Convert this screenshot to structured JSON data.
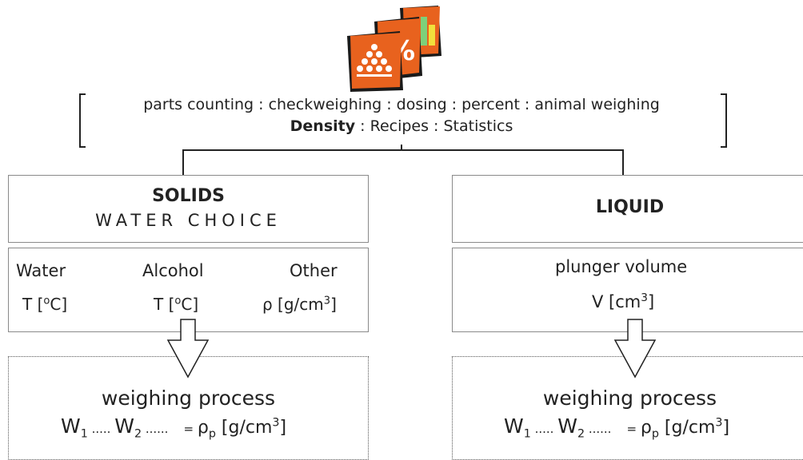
{
  "modes_line1": "parts counting : checkweighing : dosing : percent : animal weighing",
  "modes_line2_bold": "Density",
  "modes_line2_rest": " : Recipes : Statistics",
  "solids": {
    "title": "SOLIDS",
    "subtitle": "WATER CHOICE",
    "options": [
      {
        "label": "Water",
        "unit_main": "T [",
        "unit_sup": "o",
        "unit_end": "C]"
      },
      {
        "label": "Alcohol",
        "unit_main": "T [",
        "unit_sup": "o",
        "unit_end": "C]"
      },
      {
        "label": "Other",
        "unit_main": "ρ [g/cm",
        "unit_sup": "3",
        "unit_end": "]"
      }
    ],
    "process_title": "weighing process",
    "formula": {
      "w": "W",
      "s1": "1",
      "dots1": " ..... ",
      "s2": "2",
      "dots2": " ......    = ",
      "rho": "ρ",
      "sp": "p",
      "unit": " [g/cm",
      "u3": "3",
      "end": "]"
    }
  },
  "liquid": {
    "title": "LIQUID",
    "param_label": "plunger volume",
    "param_unit_main": "V [cm",
    "param_unit_sup": "3",
    "param_unit_end": "]",
    "process_title": "weighing process",
    "formula": {
      "w": "W",
      "s1": "1",
      "dots1": " ..... ",
      "s2": "2",
      "dots2": " ......    = ",
      "rho": "ρ",
      "sp": "p",
      "unit": " [g/cm",
      "u3": "3",
      "end": "]"
    }
  },
  "colors": {
    "icon_orange": "#e8621e",
    "icon_dark": "#1a1a1a"
  },
  "icon_names": [
    "parts-counting-icon",
    "percent-icon",
    "chart-icon"
  ]
}
